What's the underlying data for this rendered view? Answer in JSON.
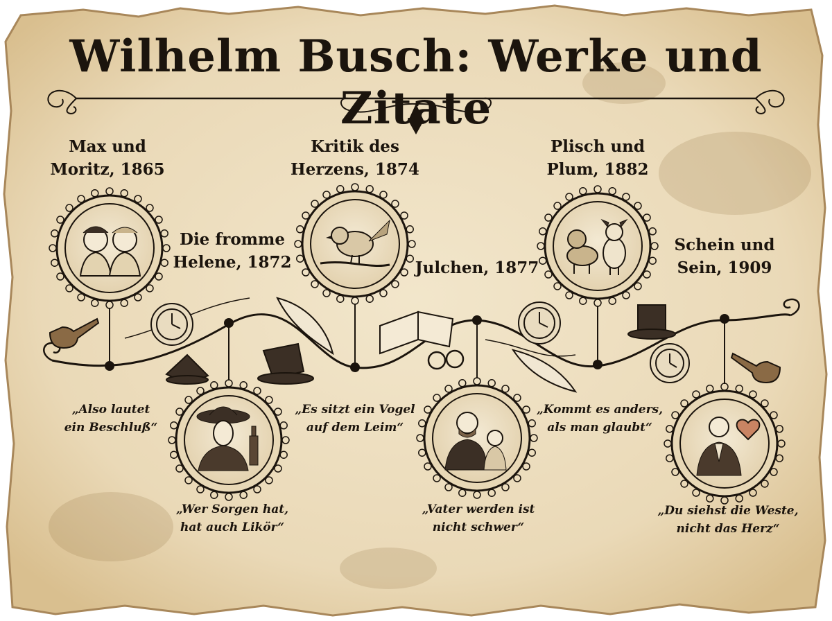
{
  "title": "Wilhelm Busch: Werke und Zitate",
  "colors": {
    "parchment": "#eedfc1",
    "ink": "#1b140d",
    "edge": "#a8875a"
  },
  "works": [
    {
      "title_line1": "Max und",
      "title_line2": "Moritz, 1865",
      "quote_line1": "„Also lautet",
      "quote_line2": "ein Beschluß“",
      "icon": "two-boys-icon"
    },
    {
      "title_line1": "Die fromme",
      "title_line2": "Helene, 1872",
      "quote_line1": "„Wer Sorgen hat,",
      "quote_line2": "hat auch Likör“",
      "icon": "lady-with-bottle-icon"
    },
    {
      "title_line1": "Kritik des",
      "title_line2": "Herzens, 1874",
      "quote_line1": "„Es sitzt ein Vogel",
      "quote_line2": "auf dem Leim“",
      "icon": "bird-on-branch-icon"
    },
    {
      "title_line1": "",
      "title_line2": "Julchen, 1877",
      "quote_line1": "„Vater werden ist",
      "quote_line2": "nicht schwer“",
      "icon": "father-and-daughter-icon"
    },
    {
      "title_line1": "Plisch und",
      "title_line2": "Plum, 1882",
      "quote_line1": "„Kommt es anders,",
      "quote_line2": "als man glaubt“",
      "icon": "two-dogs-icon"
    },
    {
      "title_line1": "Schein und",
      "title_line2": "Sein, 1909",
      "quote_line1": "„Du siehst die Weste,",
      "quote_line2": "nicht das Herz“",
      "icon": "man-with-heart-icon"
    }
  ]
}
